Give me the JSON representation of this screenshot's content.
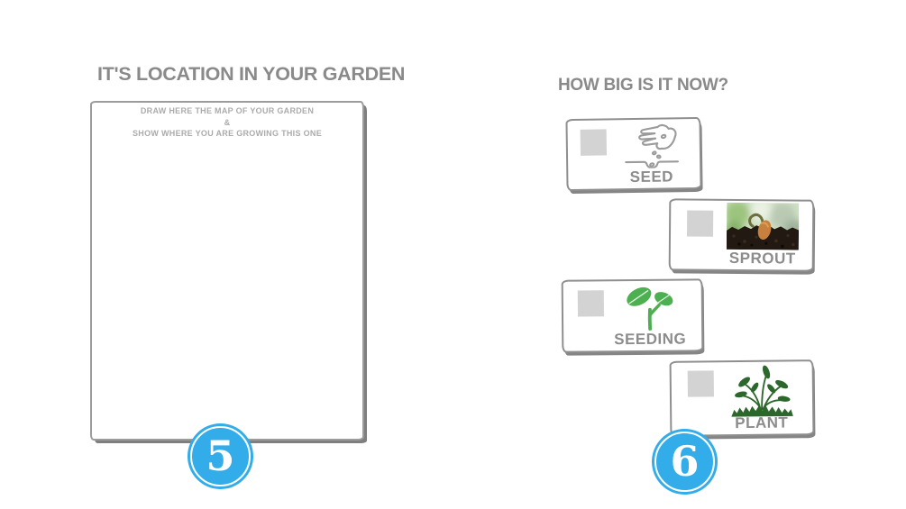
{
  "left_section": {
    "heading": "IT'S LOCATION IN YOUR GARDEN",
    "draw_box": {
      "line1": "DRAW HERE THE MAP OF YOUR GARDEN",
      "line2": "&",
      "line3": "SHOW WHERE YOU ARE GROWING THIS ONE"
    },
    "step_number": "5"
  },
  "right_section": {
    "heading": "HOW BIG IS IT NOW?",
    "stages": [
      {
        "label": "SEED",
        "icon": "hand-sowing-icon"
      },
      {
        "label": "SPROUT",
        "icon": "sprout-photo"
      },
      {
        "label": "SEEDING",
        "icon": "seedling-icon"
      },
      {
        "label": "PLANT",
        "icon": "plant-icon"
      }
    ],
    "step_number": "6"
  },
  "colors": {
    "accent_blue": "#32ade9",
    "heading_gray": "#8a8a8a",
    "instruction_gray": "#ababab",
    "checkbox_gray": "#d3d3d3",
    "seedling_green": "#4caf50",
    "plant_green": "#2c672c",
    "card_border_gray": "#8f8f8f",
    "shadow_gray": "#858585"
  }
}
